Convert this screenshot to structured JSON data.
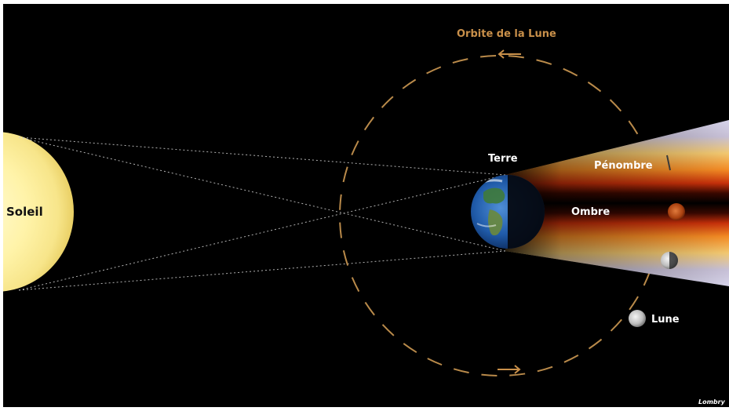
{
  "diagram": {
    "labels": {
      "sun": "Soleil",
      "earth": "Terre",
      "penumbra": "Pénombre",
      "umbra": "Ombre",
      "moon": "Lune",
      "orbit": "Orbite de la Lune",
      "credit": "Lombry"
    },
    "colors": {
      "background": "#000000",
      "sun": "#fff3a8",
      "orbit": "#b98a4a",
      "umbra": "#d4380a",
      "penumbra": "#d8d4e8"
    }
  }
}
